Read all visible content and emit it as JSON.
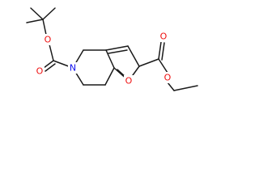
{
  "molecule": {
    "atom_labels": {
      "N5": "N",
      "O_furan": "O",
      "O_boc_carbonyl": "O",
      "O_boc_ester": "O",
      "O_ester_carbonyl": "O",
      "O_ester_ether": "O"
    },
    "colors": {
      "bond": "#1a1a1a",
      "nitrogen": "#1010ee",
      "oxygen": "#ee1010",
      "background": "#ffffff"
    }
  }
}
